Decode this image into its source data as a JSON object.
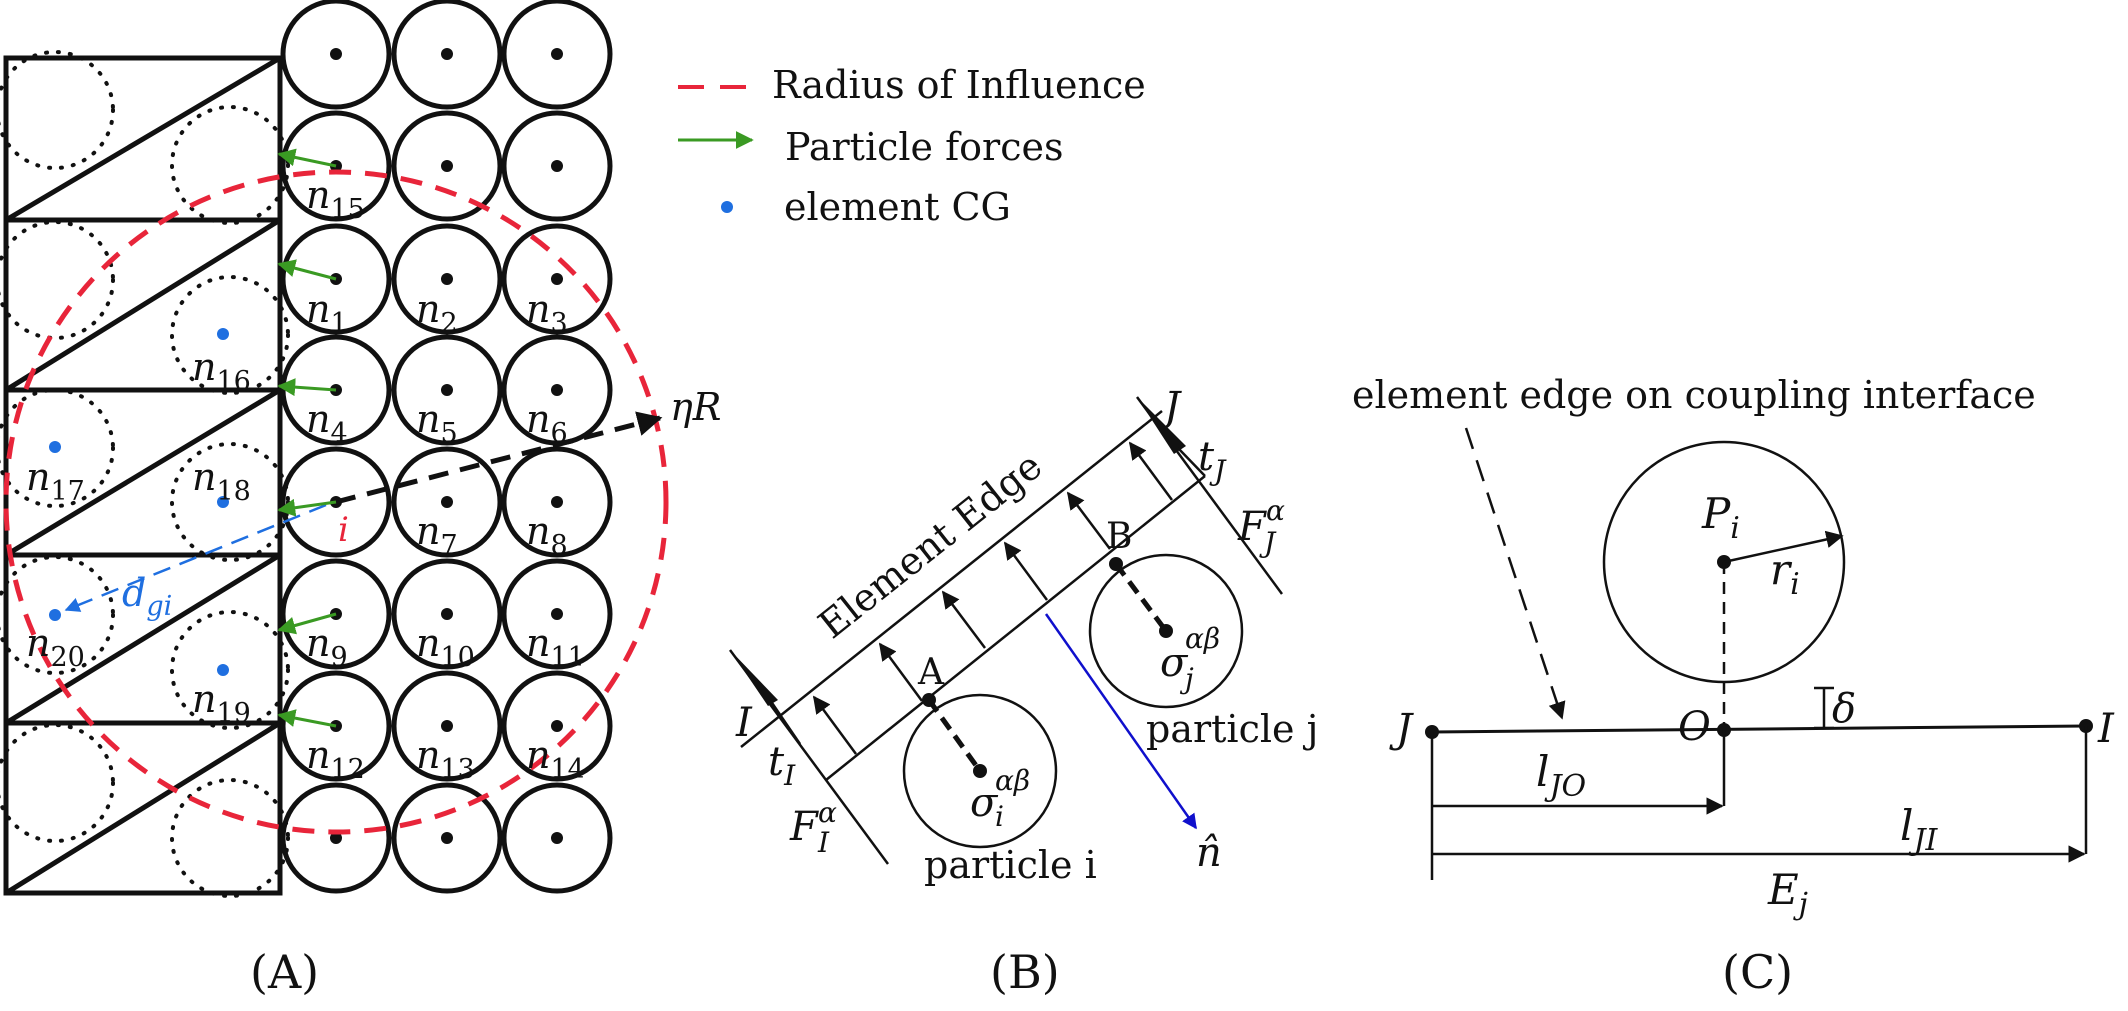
{
  "panels": {
    "a": {
      "caption": "(A)",
      "legend": {
        "radius": "Radius of Influence",
        "forces": "Particle forces",
        "cg": "element CG"
      },
      "eta_r": "ηR",
      "i_label": "i",
      "d_label": "d",
      "d_sub": "gi",
      "node_names": {
        "n15": "15",
        "n1": "1",
        "n2": "2",
        "n3": "3",
        "n16": "16",
        "n4": "4",
        "n5": "5",
        "n6": "6",
        "n17": "17",
        "n18": "18",
        "n7": "7",
        "n8": "8",
        "n20": "20",
        "n9": "9",
        "n10": "10",
        "n11": "11",
        "n19": "19",
        "n12": "12",
        "n13": "13",
        "n14": "14"
      }
    },
    "b": {
      "caption": "(B)",
      "element_edge": "Element Edge",
      "J": "J",
      "I": "I",
      "A": "A",
      "B": "B",
      "tJ": "t",
      "tJ_sub": "J",
      "tI": "t",
      "tI_sub": "I",
      "FJ": "F",
      "FJ_sub": "J",
      "FJ_sup": "α",
      "FI": "F",
      "FI_sub": "I",
      "FI_sup": "α",
      "sigma_i": "σ",
      "sigma_i_sub": "i",
      "sigma_i_sup": "αβ",
      "sigma_j": "σ",
      "sigma_j_sub": "j",
      "sigma_j_sup": "αβ",
      "particle_i": "particle i",
      "particle_j": "particle j",
      "n_hat": "n̂"
    },
    "c": {
      "caption": "(C)",
      "interface_label": "element edge on coupling interface",
      "P": "P",
      "P_sub": "i",
      "r": "r",
      "r_sub": "i",
      "delta": "δ",
      "J": "J",
      "O": "O",
      "I": "I",
      "lJO": "l",
      "lJO_sub": "JO",
      "lJI": "l",
      "lJI_sub": "JI",
      "E": "E",
      "E_sub": "j"
    }
  },
  "colors": {
    "radius": "#e8253a",
    "force": "#3a9a23",
    "cg": "#1f6fe0",
    "normal": "#1010cc"
  }
}
